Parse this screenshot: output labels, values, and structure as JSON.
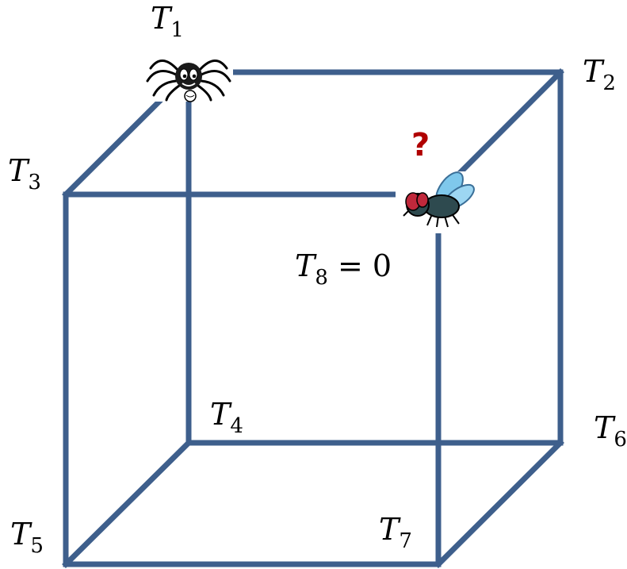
{
  "labels": {
    "t1": {
      "base": "T",
      "sub": "1"
    },
    "t2": {
      "base": "T",
      "sub": "2"
    },
    "t3": {
      "base": "T",
      "sub": "3"
    },
    "t4": {
      "base": "T",
      "sub": "4"
    },
    "t5": {
      "base": "T",
      "sub": "5"
    },
    "t6": {
      "base": "T",
      "sub": "6"
    },
    "t7": {
      "base": "T",
      "sub": "7"
    },
    "t8": {
      "base": "T",
      "sub": "8",
      "equation": " = 0"
    }
  },
  "question_mark": "?",
  "colors": {
    "edge": "#3e5f8c",
    "question_mark": "#b00000"
  },
  "icons": {
    "spider": "spider-icon",
    "fly": "fly-icon"
  }
}
